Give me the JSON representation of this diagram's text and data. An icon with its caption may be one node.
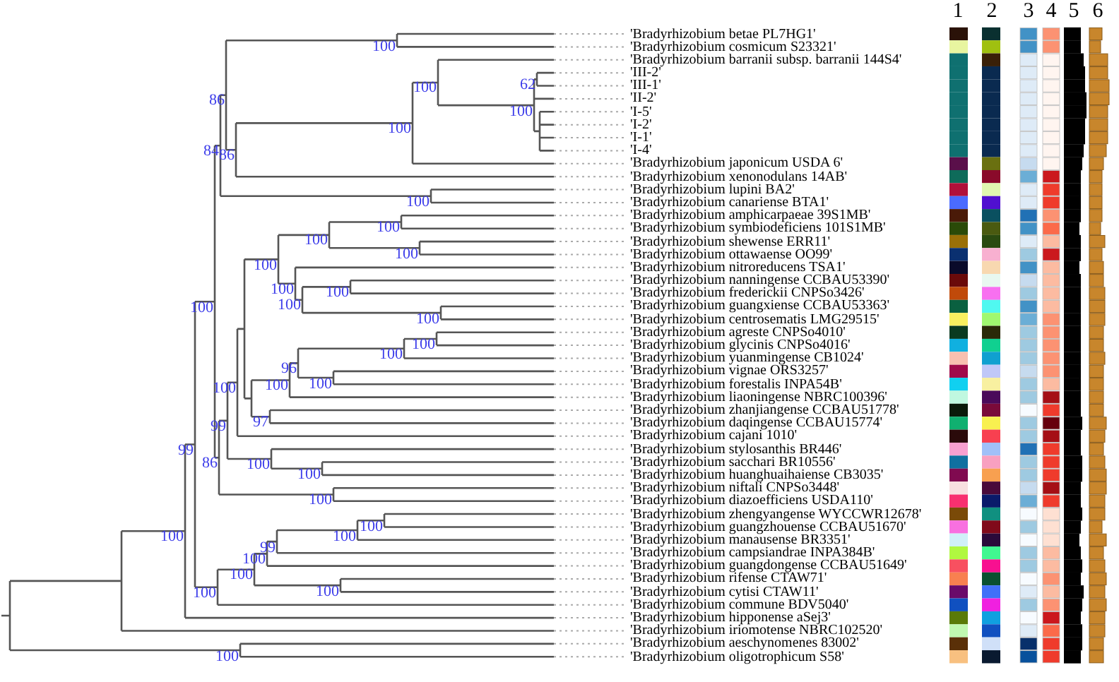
{
  "diagram": {
    "labels": [
      "1",
      "2",
      "3",
      "4",
      "5",
      "6",
      "100",
      "62",
      "100",
      "86",
      "100",
      "100",
      "84",
      "86",
      "100",
      "100",
      "100",
      "100",
      "100",
      "100",
      "100",
      "100",
      "100",
      "100",
      "100",
      "100",
      "96",
      "100",
      "100",
      "100",
      "97",
      "99",
      "99",
      "86",
      "100",
      "100",
      "100",
      "100",
      "100",
      "100",
      "99",
      "100",
      "100",
      "100",
      "100",
      "100",
      "'Bradyrhizobium betae PL7HG1'",
      "'Bradyrhizobium cosmicum S23321'",
      "'Bradyrhizobium barranii subsp. barranii 144S4'",
      "'III-2'",
      "'III-1'",
      "'II-2'",
      "'I-5'",
      "'I-2'",
      "'I-1'",
      "'I-4'",
      "'Bradyrhizobium japonicum USDA 6'",
      "'Bradyrhizobium xenonodulans 14AB'",
      "'Bradyrhizobium lupini BA2'",
      "'Bradyrhizobium canariense BTA1'",
      "'Bradyrhizobium amphicarpaeae 39S1MB'",
      "'Bradyrhizobium symbiodeficiens 101S1MB'",
      "'Bradyrhizobium shewense ERR11'",
      "'Bradyrhizobium ottawaense OO99'",
      "'Bradyrhizobium nitroreducens TSA1'",
      "'Bradyrhizobium nanningense CCBAU53390'",
      "'Bradyrhizobium frederickii CNPSo3426'",
      "'Bradyrhizobium guangxiense CCBAU53363'",
      "'Bradyrhizobium centrosematis LMG29515'",
      "'Bradyrhizobium agreste CNPSo4010'",
      "'Bradyrhizobium glycinis CNPSo4016'",
      "'Bradyrhizobium yuanmingense CB1024'",
      "'Bradyrhizobium vignae ORS3257'",
      "'Bradyrhizobium forestalis INPA54B'",
      "'Bradyrhizobium liaoningense NBRC100396'",
      "'Bradyrhizobium zhanjiangense CCBAU51778'",
      "'Bradyrhizobium daqingense CCBAU15774'",
      "'Bradyrhizobium cajani 1010'",
      "'Bradyrhizobium stylosanthis BR446'",
      "'Bradyrhizobium sacchari BR10556'",
      "'Bradyrhizobium huanghuaihaiense CB3035'",
      "'Bradyrhizobium niftali CNPSo3448'",
      "'Bradyrhizobium diazoefficiens USDA110'",
      "'Bradyrhizobium zhengyangense WYCCWR12678'",
      "'Bradyrhizobium guangzhouense CCBAU51670'",
      "'Bradyrhizobium manausense BR3351'",
      "'Bradyrhizobium campsiandrae INPA384B'",
      "'Bradyrhizobium guangdongense CCBAU51649'",
      "'Bradyrhizobium rifense CTAW71'",
      "'Bradyrhizobium cytisi CTAW11'",
      "'Bradyrhizobium commune BDV5040'",
      "'Bradyrhizobium hipponense aSej3'",
      "'Bradyrhizobium iriomotense NBRC102520'",
      "'Bradyrhizobium aeschynomenes 83002'",
      "'Bradyrhizobium oligotrophicum S58'"
    ]
  }
}
